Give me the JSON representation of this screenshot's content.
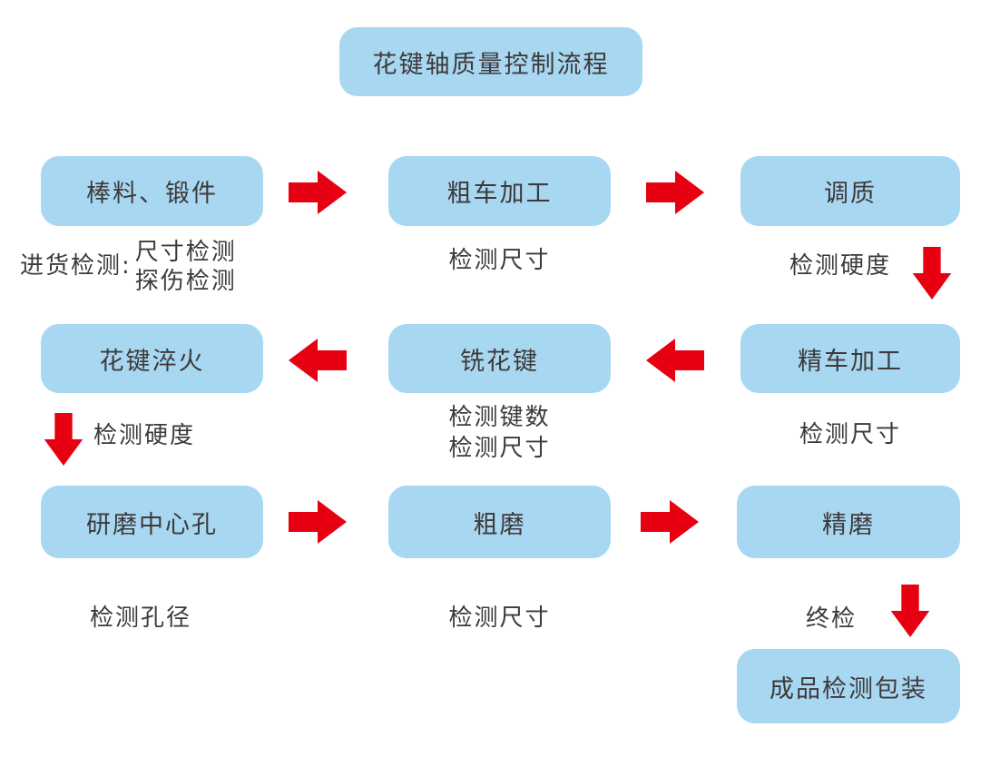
{
  "diagram": {
    "title": "花键轴质量控制流程",
    "colors": {
      "node_fill": "#a8d7f2",
      "arrow": "#e60012",
      "text": "#3e3a39",
      "background": "#ffffff"
    },
    "nodes": {
      "raw_material": "棒料、锻件",
      "rough_turning": "粗车加工",
      "quench_temper": "调质",
      "spline_quench": "花键淬火",
      "spline_milling": "铣花键",
      "finish_turning": "精车加工",
      "grind_center_hole": "研磨中心孔",
      "rough_grind": "粗磨",
      "finish_grind": "精磨",
      "final_package": "成品检测包装"
    },
    "annotations": {
      "incoming_label": "进货检测:",
      "incoming_size": "尺寸检测",
      "incoming_flaw": "探伤检测",
      "after_rough_turning": "检测尺寸",
      "after_quench_temper": "检测硬度",
      "after_spline_quench": "检测硬度",
      "after_spline_milling_1": "检测键数",
      "after_spline_milling_2": "检测尺寸",
      "after_finish_turning": "检测尺寸",
      "after_grind_center_hole": "检测孔径",
      "after_rough_grind": "检测尺寸",
      "final_inspection": "终检"
    }
  }
}
